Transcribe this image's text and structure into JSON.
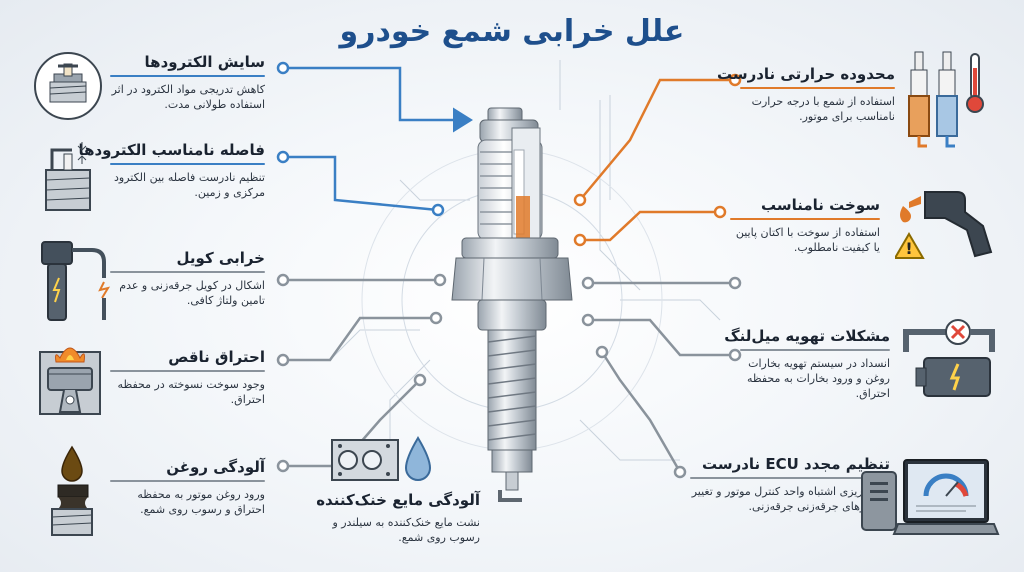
{
  "title": "علل خرابی شمع خودرو",
  "colors": {
    "blue": "#3a7fc4",
    "orange": "#e07a2a",
    "gray": "#7d8792",
    "title": "#1e4f8c"
  },
  "left": [
    {
      "heading": "سایش الکترودها",
      "desc": "کاهش تدریجی مواد الکترود در اثر استفاده طولانی مدت.",
      "accent": "#3a7fc4",
      "icon": "worn-electrode-icon"
    },
    {
      "heading": "فاصله نامناسب الکترودها",
      "desc": "تنظیم نادرست فاصله بین الکترود مرکزی و زمین.",
      "accent": "#3a7fc4",
      "icon": "electrode-gap-icon"
    },
    {
      "heading": "خرابی کویل",
      "desc": "اشکال در کویل جرقه‌زنی و عدم تامین ولتاژ کافی.",
      "accent": "#7d8792",
      "icon": "ignition-coil-icon"
    },
    {
      "heading": "احتراق ناقص",
      "desc": "وجود سوخت نسوخته در محفظه احتراق.",
      "accent": "#7d8792",
      "icon": "piston-flame-icon"
    },
    {
      "heading": "آلودگی روغن",
      "desc": "ورود روغن موتور به محفظه احتراق و رسوب روی شمع.",
      "accent": "#7d8792",
      "icon": "oil-fouled-plug-icon"
    }
  ],
  "right": [
    {
      "heading": "محدوده حرارتی نادرست",
      "desc": "استفاده از شمع با درجه حرارت نامناسب برای موتور.",
      "accent": "#e07a2a",
      "icon": "heat-range-icon"
    },
    {
      "heading": "سوخت نامناسب",
      "desc": "استفاده از سوخت با اکتان پایین یا کیفیت نامطلوب.",
      "accent": "#e07a2a",
      "icon": "fuel-nozzle-icon"
    },
    {
      "heading": "مشکلات تهویه میل‌لنگ",
      "desc": "انسداد در سیستم تهویه بخارات روغن و ورود بخارات به محفظه احتراق.",
      "accent": "#7d8792",
      "icon": "engine-ventilation-icon"
    },
    {
      "heading": "تنظیم مجدد ECU نادرست",
      "desc": "برنامه‌ریزی اشتباه واحد کنترل موتور و تغییر پارامترهای جرقه‌زنی جرقه‌زنی.",
      "accent": "#7d8792",
      "icon": "ecu-laptop-icon"
    }
  ],
  "bottom": {
    "heading": "آلودگی مایع خنک‌کننده",
    "desc": "نشت مایع خنک‌کننده به سیلندر و رسوب روی شمع.",
    "accent": "#7d8792",
    "icon": "coolant-gasket-icon"
  }
}
